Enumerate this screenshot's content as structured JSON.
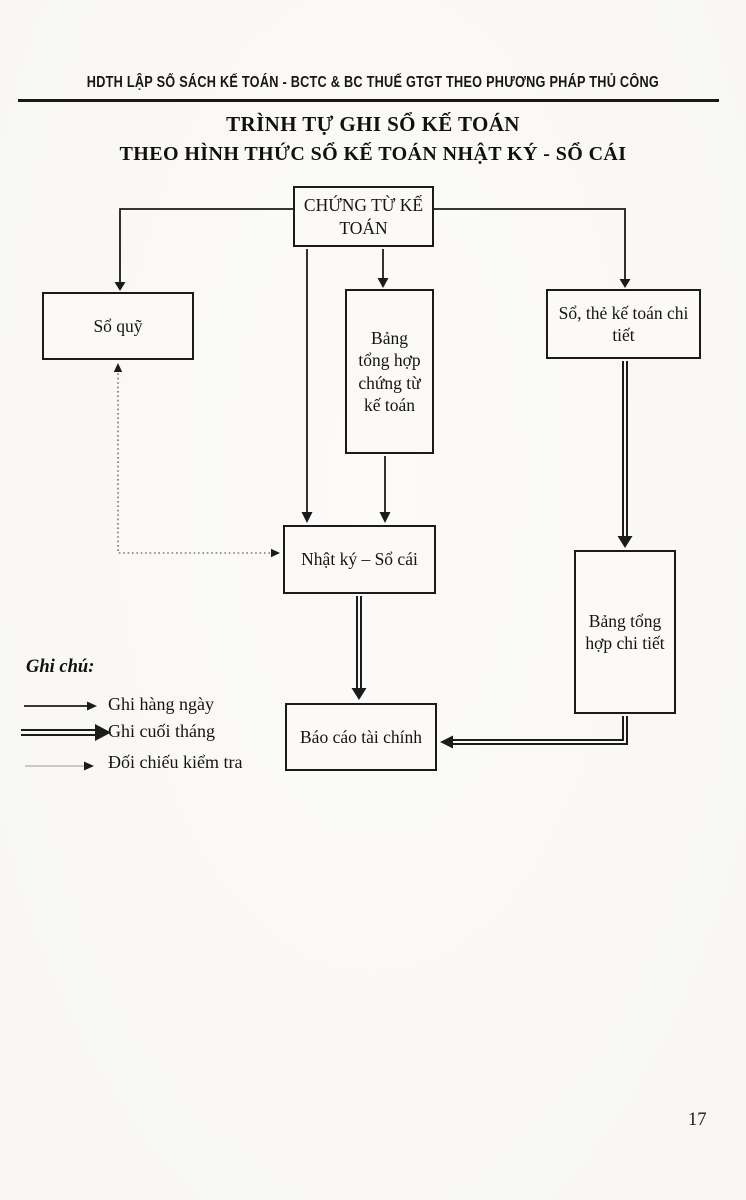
{
  "page": {
    "header": "HDTH LẬP SỔ SÁCH KẾ TOÁN - BCTC & BC THUẾ GTGT THEO PHƯƠNG PHÁP THỦ CÔNG",
    "number": "17"
  },
  "title": {
    "line1": "TRÌNH TỰ GHI SỔ KẾ TOÁN",
    "line2": "THEO HÌNH THỨC SỔ KẾ TOÁN NHẬT KÝ - SỔ CÁI"
  },
  "diagram": {
    "nodes": {
      "chung_tu": "CHỨNG TỪ KẾ TOÁN",
      "so_quy": "Sổ quỹ",
      "bang_tong_hop_chung_tu": "Bảng tổng hợp chứng từ kế toán",
      "so_the_ke_toan_chi_tiet": "Sổ, thẻ kế toán chi tiết",
      "nhat_ky_so_cai": "Nhật ký – Sổ cái",
      "bang_tong_hop_chi_tiet": "Bảng tổng hợp chi tiết",
      "bao_cao_tai_chinh": "Báo cáo tài chính"
    },
    "edges": [
      {
        "from": "chung_tu",
        "to": "so_quy",
        "style": "daily"
      },
      {
        "from": "chung_tu",
        "to": "bang_tong_hop_chung_tu",
        "style": "daily"
      },
      {
        "from": "chung_tu",
        "to": "so_the_ke_toan_chi_tiet",
        "style": "daily"
      },
      {
        "from": "chung_tu",
        "to": "nhat_ky_so_cai",
        "style": "daily"
      },
      {
        "from": "bang_tong_hop_chung_tu",
        "to": "nhat_ky_so_cai",
        "style": "daily"
      },
      {
        "from": "so_the_ke_toan_chi_tiet",
        "to": "bang_tong_hop_chi_tiet",
        "style": "monthly"
      },
      {
        "from": "nhat_ky_so_cai",
        "to": "bao_cao_tai_chinh",
        "style": "monthly"
      },
      {
        "from": "bang_tong_hop_chi_tiet",
        "to": "bao_cao_tai_chinh",
        "style": "monthly"
      },
      {
        "from": "so_quy",
        "to": "nhat_ky_so_cai",
        "style": "check",
        "bidirectional": true
      }
    ]
  },
  "legend": {
    "title": "Ghi chú:",
    "items": [
      {
        "type": "single-arrow",
        "label": "Ghi hàng ngày"
      },
      {
        "type": "double-arrow",
        "label": "Ghi cuối tháng"
      },
      {
        "type": "dotted-arrow",
        "label": "Đối chiếu kiểm tra"
      }
    ]
  },
  "colors": {
    "ink": "#1b1b1b",
    "paper": "#fbfaf7"
  }
}
